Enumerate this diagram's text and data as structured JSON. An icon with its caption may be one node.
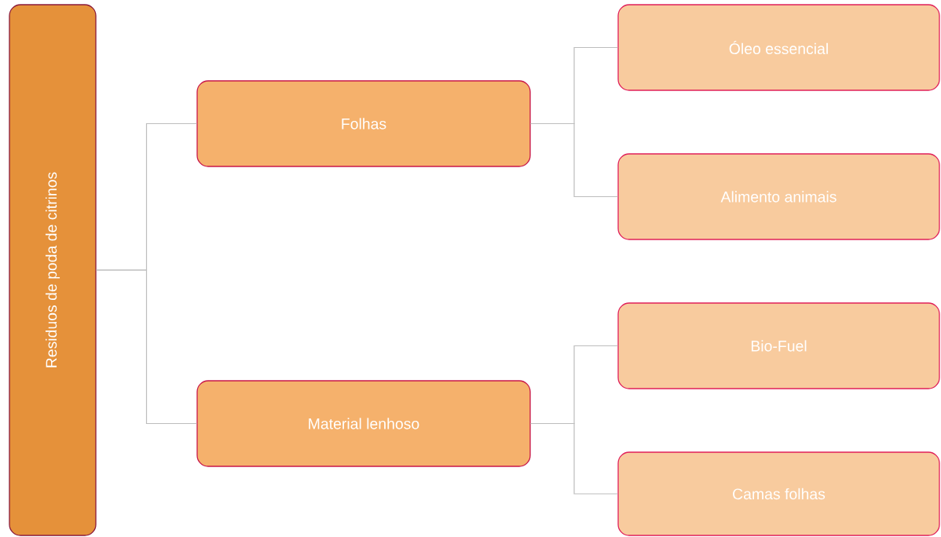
{
  "diagram": {
    "nodes": [
      {
        "text": [
          "Residuos de poda de citrinos"
        ]
      },
      {
        "text": [
          "Folhas"
        ]
      },
      {
        "text": [
          "Material lenhoso"
        ]
      },
      {
        "text": [
          "Óleo essencial"
        ]
      },
      {
        "text": [
          "Alimento animais"
        ]
      },
      {
        "text": [
          "Bio-Fuel"
        ]
      },
      {
        "text": [
          "Camas folhas"
        ]
      }
    ],
    "edges": [
      {
        "from": 0,
        "to": 1,
        "arrow": "none"
      },
      {
        "from": 0,
        "to": 2,
        "arrow": "none"
      },
      {
        "from": 1,
        "to": 3,
        "arrow": "none"
      },
      {
        "from": 1,
        "to": 4,
        "arrow": "none"
      },
      {
        "from": 2,
        "to": 5,
        "arrow": "none"
      },
      {
        "from": 2,
        "to": 6,
        "arrow": "none"
      }
    ]
  }
}
